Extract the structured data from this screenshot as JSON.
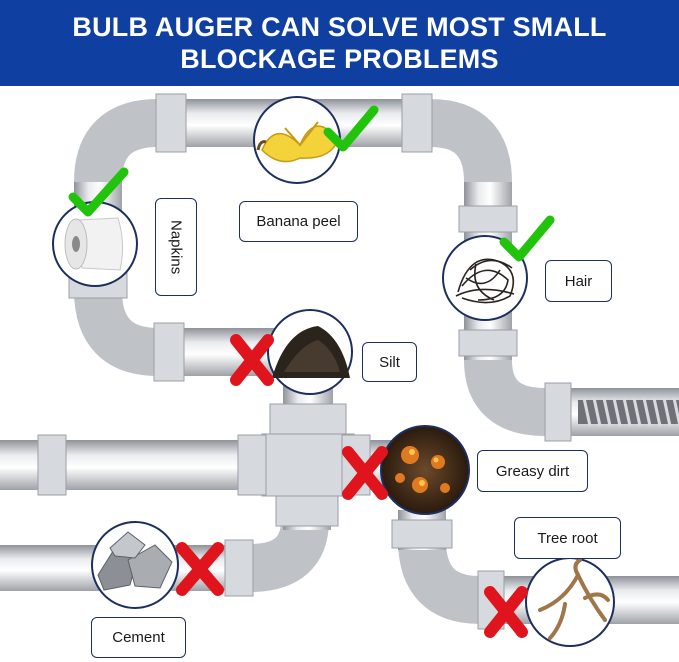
{
  "banner": {
    "line1": "BULB AUGER CAN SOLVE MOST SMALL",
    "line2": "BLOCKAGE PROBLEMS"
  },
  "colors": {
    "banner": "#0f3fa0",
    "check": "#22c30b",
    "cross": "#e0141d",
    "label_border": "#1c2f5e",
    "pipe": "#c9ccd0"
  },
  "items": [
    {
      "label": "Napkins",
      "solvable": true,
      "icon": "napkin-roll-icon"
    },
    {
      "label": "Banana peel",
      "solvable": true,
      "icon": "banana-peel-icon"
    },
    {
      "label": "Hair",
      "solvable": true,
      "icon": "hair-icon"
    },
    {
      "label": "Silt",
      "solvable": false,
      "icon": "silt-icon"
    },
    {
      "label": "Greasy dirt",
      "solvable": false,
      "icon": "greasy-dirt-icon"
    },
    {
      "label": "Cement",
      "solvable": false,
      "icon": "cement-icon"
    },
    {
      "label": "Tree root",
      "solvable": false,
      "icon": "tree-root-icon"
    }
  ]
}
